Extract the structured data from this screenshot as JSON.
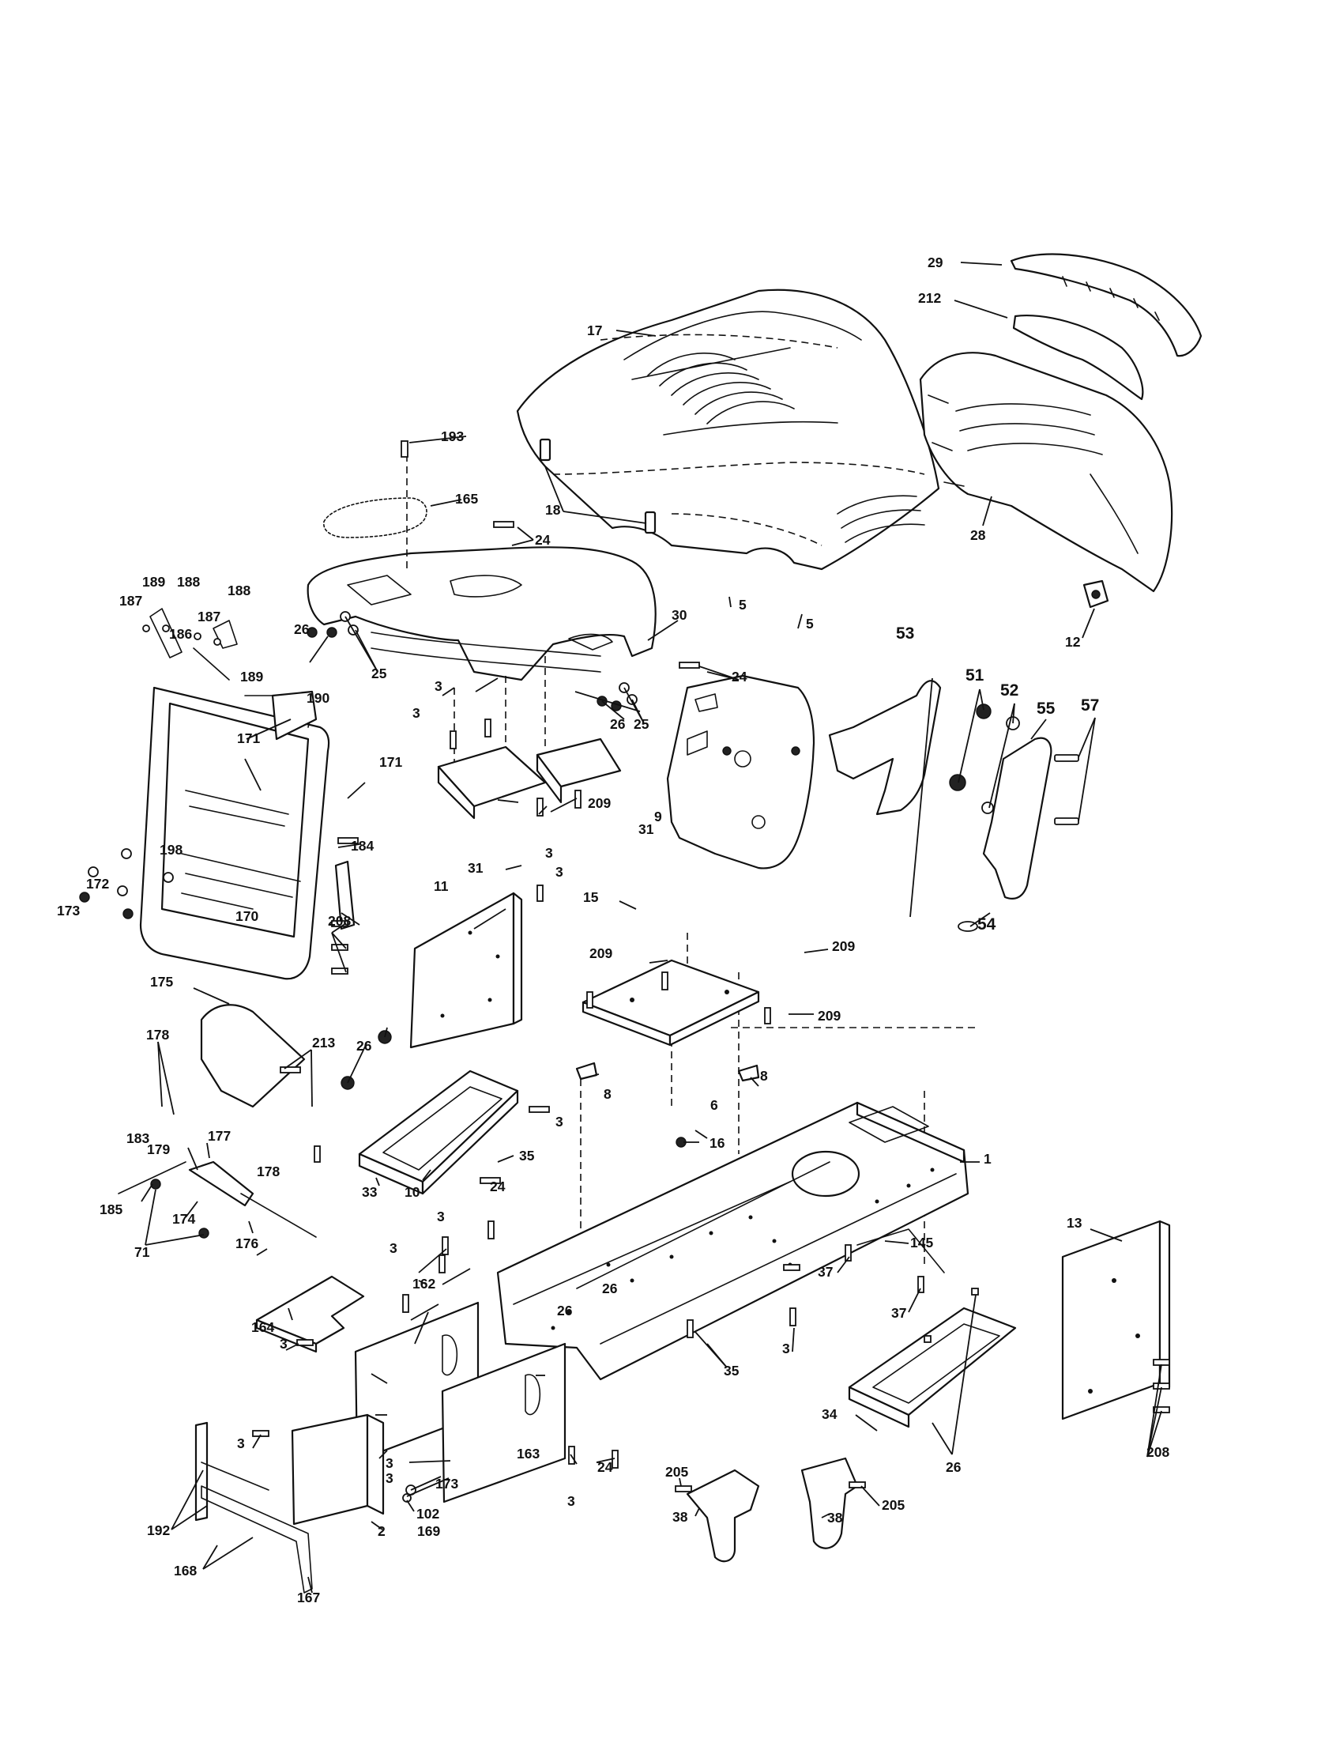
{
  "diagram": {
    "callouts": [
      {
        "id": "c29",
        "text": "29"
      },
      {
        "id": "c212",
        "text": "212"
      },
      {
        "id": "c17",
        "text": "17"
      },
      {
        "id": "c193",
        "text": "193"
      },
      {
        "id": "c165",
        "text": "165"
      },
      {
        "id": "c18",
        "text": "18"
      },
      {
        "id": "c28",
        "text": "28"
      },
      {
        "id": "c24a",
        "text": "24"
      },
      {
        "id": "c24b",
        "text": "24"
      },
      {
        "id": "c24c",
        "text": "24"
      },
      {
        "id": "c24d",
        "text": "24"
      },
      {
        "id": "c30",
        "text": "30"
      },
      {
        "id": "c26a",
        "text": "26"
      },
      {
        "id": "c25a",
        "text": "25"
      },
      {
        "id": "c26b",
        "text": "26"
      },
      {
        "id": "c25b",
        "text": "25"
      },
      {
        "id": "c26c",
        "text": "26"
      },
      {
        "id": "c26d",
        "text": "26"
      },
      {
        "id": "c26e",
        "text": "26"
      },
      {
        "id": "c26f",
        "text": "26"
      },
      {
        "id": "c12",
        "text": "12"
      },
      {
        "id": "c189a",
        "text": "189"
      },
      {
        "id": "c188a",
        "text": "188"
      },
      {
        "id": "c187a",
        "text": "187"
      },
      {
        "id": "c187b",
        "text": "187"
      },
      {
        "id": "c186",
        "text": "186"
      },
      {
        "id": "c188b",
        "text": "188"
      },
      {
        "id": "c189b",
        "text": "189"
      },
      {
        "id": "c190",
        "text": "190"
      },
      {
        "id": "c171a",
        "text": "171"
      },
      {
        "id": "c171b",
        "text": "171"
      },
      {
        "id": "c198",
        "text": "198"
      },
      {
        "id": "c172",
        "text": "172"
      },
      {
        "id": "c173a",
        "text": "173"
      },
      {
        "id": "c173b",
        "text": "173"
      },
      {
        "id": "c170",
        "text": "170"
      },
      {
        "id": "c184",
        "text": "184"
      },
      {
        "id": "c53",
        "text": "53"
      },
      {
        "id": "c51",
        "text": "51"
      },
      {
        "id": "c52",
        "text": "52"
      },
      {
        "id": "c55",
        "text": "55"
      },
      {
        "id": "c57",
        "text": "57"
      },
      {
        "id": "c54",
        "text": "54"
      },
      {
        "id": "c5a",
        "text": "5"
      },
      {
        "id": "c5b",
        "text": "5"
      },
      {
        "id": "c9",
        "text": "9"
      },
      {
        "id": "c15",
        "text": "15"
      },
      {
        "id": "c209a",
        "text": "209"
      },
      {
        "id": "c209b",
        "text": "209"
      },
      {
        "id": "c209c",
        "text": "209"
      },
      {
        "id": "c209d",
        "text": "209"
      },
      {
        "id": "c31a",
        "text": "31"
      },
      {
        "id": "c31b",
        "text": "31"
      },
      {
        "id": "c3a",
        "text": "3"
      },
      {
        "id": "c3b",
        "text": "3"
      },
      {
        "id": "c3c",
        "text": "3"
      },
      {
        "id": "c3d",
        "text": "3"
      },
      {
        "id": "c3e",
        "text": "3"
      },
      {
        "id": "c3f",
        "text": "3"
      },
      {
        "id": "c3g",
        "text": "3"
      },
      {
        "id": "c3h",
        "text": "3"
      },
      {
        "id": "c3i",
        "text": "3"
      },
      {
        "id": "c3j",
        "text": "3"
      },
      {
        "id": "c3k",
        "text": "3"
      },
      {
        "id": "c3l",
        "text": "3"
      },
      {
        "id": "c3m",
        "text": "3"
      },
      {
        "id": "c11",
        "text": "11"
      },
      {
        "id": "c208a",
        "text": "208"
      },
      {
        "id": "c208b",
        "text": "208"
      },
      {
        "id": "c175",
        "text": "175"
      },
      {
        "id": "c178a",
        "text": "178"
      },
      {
        "id": "c178b",
        "text": "178"
      },
      {
        "id": "c183",
        "text": "183"
      },
      {
        "id": "c177",
        "text": "177"
      },
      {
        "id": "c179",
        "text": "179"
      },
      {
        "id": "c185",
        "text": "185"
      },
      {
        "id": "c174",
        "text": "174"
      },
      {
        "id": "c71",
        "text": "71"
      },
      {
        "id": "c176",
        "text": "176"
      },
      {
        "id": "c213",
        "text": "213"
      },
      {
        "id": "c33",
        "text": "33"
      },
      {
        "id": "c10",
        "text": "10"
      },
      {
        "id": "c35a",
        "text": "35"
      },
      {
        "id": "c35b",
        "text": "35"
      },
      {
        "id": "c8a",
        "text": "8"
      },
      {
        "id": "c8b",
        "text": "8"
      },
      {
        "id": "c6",
        "text": "6"
      },
      {
        "id": "c16",
        "text": "16"
      },
      {
        "id": "c1",
        "text": "1"
      },
      {
        "id": "c13",
        "text": "13"
      },
      {
        "id": "c145",
        "text": "145"
      },
      {
        "id": "c37a",
        "text": "37"
      },
      {
        "id": "c37b",
        "text": "37"
      },
      {
        "id": "c162",
        "text": "162"
      },
      {
        "id": "c164",
        "text": "164"
      },
      {
        "id": "c163",
        "text": "163"
      },
      {
        "id": "c34",
        "text": "34"
      },
      {
        "id": "c205a",
        "text": "205"
      },
      {
        "id": "c205b",
        "text": "205"
      },
      {
        "id": "c38a",
        "text": "38"
      },
      {
        "id": "c38b",
        "text": "38"
      },
      {
        "id": "c102",
        "text": "102"
      },
      {
        "id": "c2",
        "text": "2"
      },
      {
        "id": "c169",
        "text": "169"
      },
      {
        "id": "c192",
        "text": "192"
      },
      {
        "id": "c168",
        "text": "168"
      },
      {
        "id": "c167",
        "text": "167"
      }
    ]
  }
}
